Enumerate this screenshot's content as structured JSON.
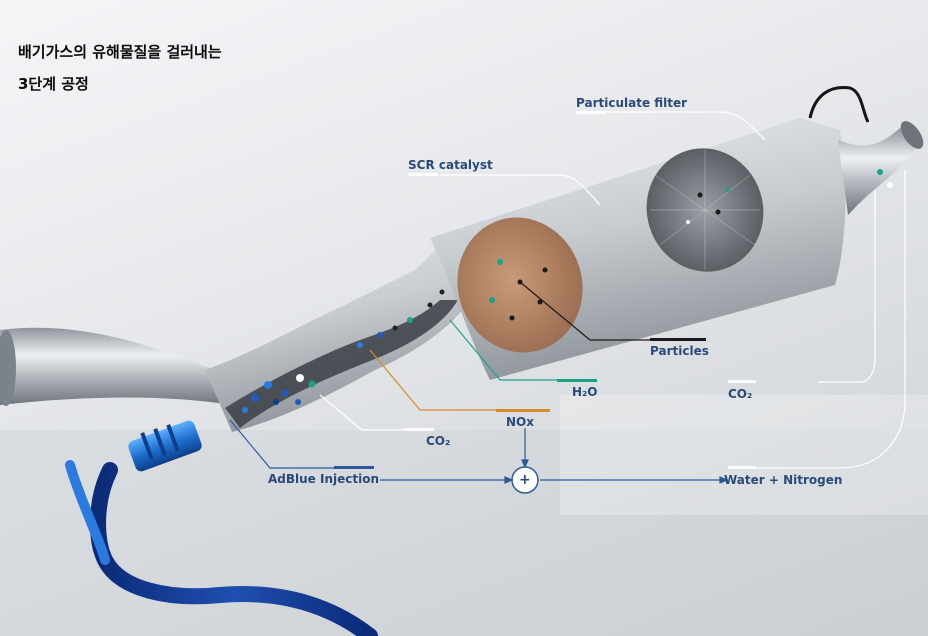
{
  "title": {
    "line1": "배기가스의 유해물질을 걸러내는",
    "line2": "3단계 공정"
  },
  "labels": {
    "particulate_filter": "Particulate filter",
    "scr_catalyst": "SCR catalyst",
    "particles": "Particles",
    "h2o": "H₂O",
    "co2_right": "CO₂",
    "nox": "NOx",
    "co2_left": "CO₂",
    "adblue": "AdBlue Injection",
    "plus": "+",
    "water_nitrogen": "Water + Nitrogen"
  },
  "colors": {
    "label_text": "#2a4a7a",
    "dash_white": "#ffffff",
    "dash_black": "#1a1a1a",
    "dash_teal": "#1aa38a",
    "dash_orange": "#d68a2a",
    "dash_blue": "#2a5a9a",
    "adblue_blue": "#1f6fd0"
  }
}
